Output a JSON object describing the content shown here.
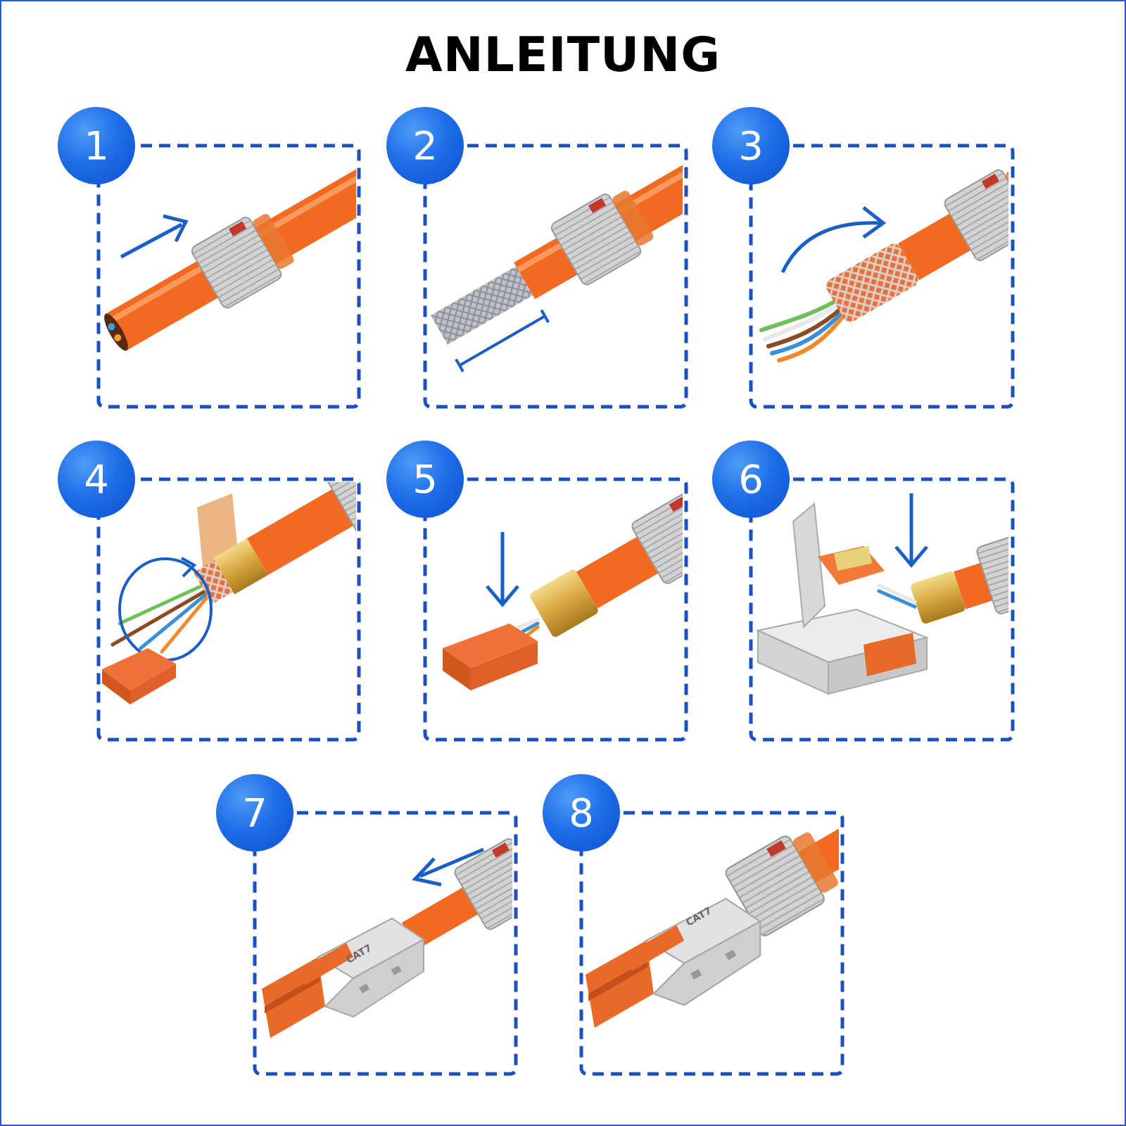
{
  "diagram": {
    "title": "ANLEITUNG",
    "nodes": [
      {
        "text": [
          "1"
        ]
      },
      {
        "text": [
          "2"
        ]
      },
      {
        "text": [
          "3"
        ]
      },
      {
        "text": [
          "4"
        ]
      },
      {
        "text": [
          "5"
        ]
      },
      {
        "text": [
          "6"
        ]
      },
      {
        "text": [
          "7"
        ]
      },
      {
        "text": [
          "8"
        ]
      }
    ],
    "labels": [
      "CAT7",
      "CAT7"
    ]
  }
}
